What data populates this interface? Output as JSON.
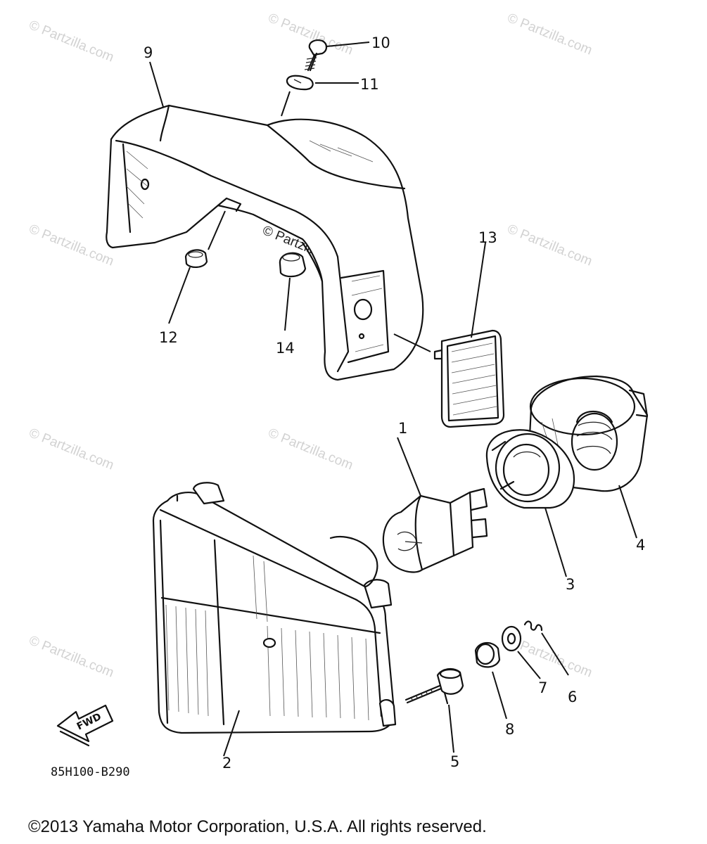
{
  "watermark": "© Partzilla.com",
  "callouts": {
    "c1": "1",
    "c2": "2",
    "c3": "3",
    "c4": "4",
    "c5": "5",
    "c6": "6",
    "c7": "7",
    "c8": "8",
    "c9": "9",
    "c10": "10",
    "c11": "11",
    "c12": "12",
    "c13": "13",
    "c14": "14"
  },
  "fwd_label": "FWD",
  "diagram_code": "85H100-B290",
  "copyright": "©2013 Yamaha Motor Corporation, U.S.A. All rights reserved."
}
